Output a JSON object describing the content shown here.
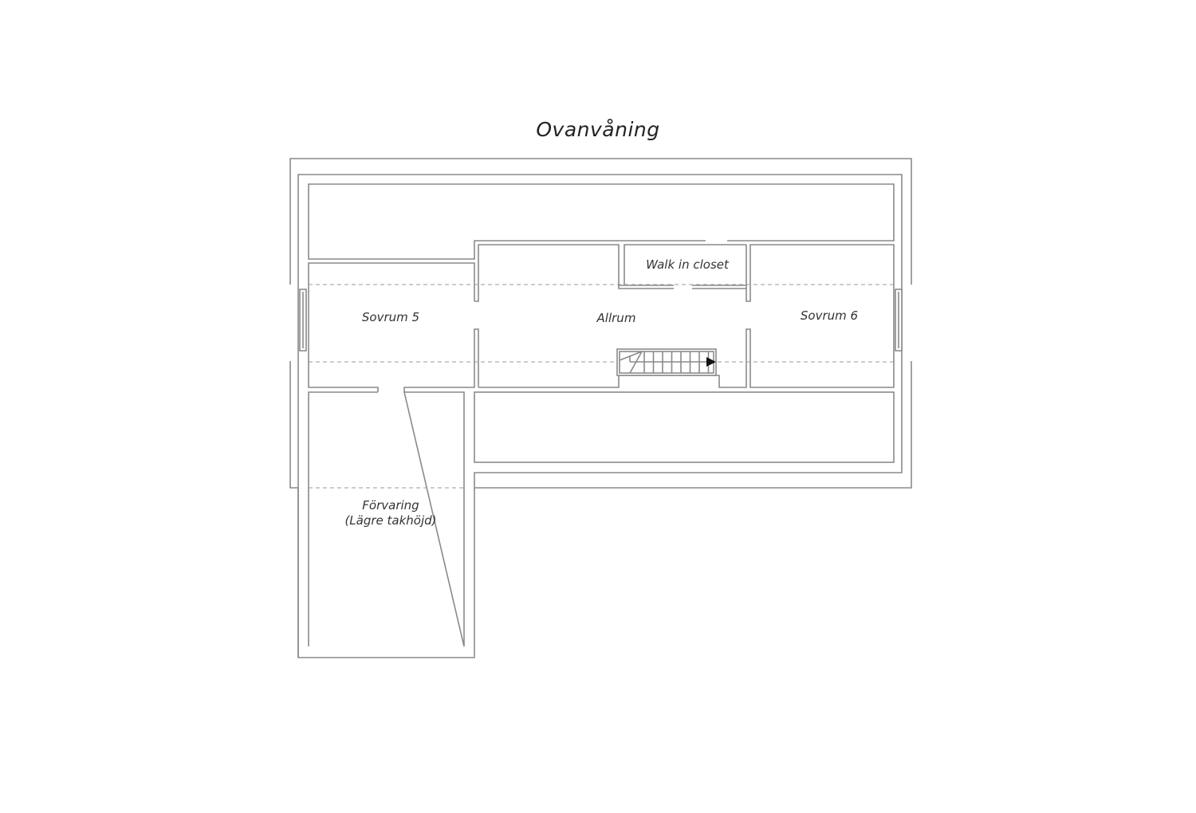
{
  "title": "Ovanvåning",
  "rooms": {
    "sovrum5": "Sovrum 5",
    "allrum": "Allrum",
    "walk_in_closet": "Walk in closet",
    "sovrum6": "Sovrum 6",
    "forvaring": "Förvaring",
    "forvaring_note": "(Lägre takhöjd)"
  },
  "colors": {
    "wall": "#8a8a8a",
    "text": "#333333"
  }
}
